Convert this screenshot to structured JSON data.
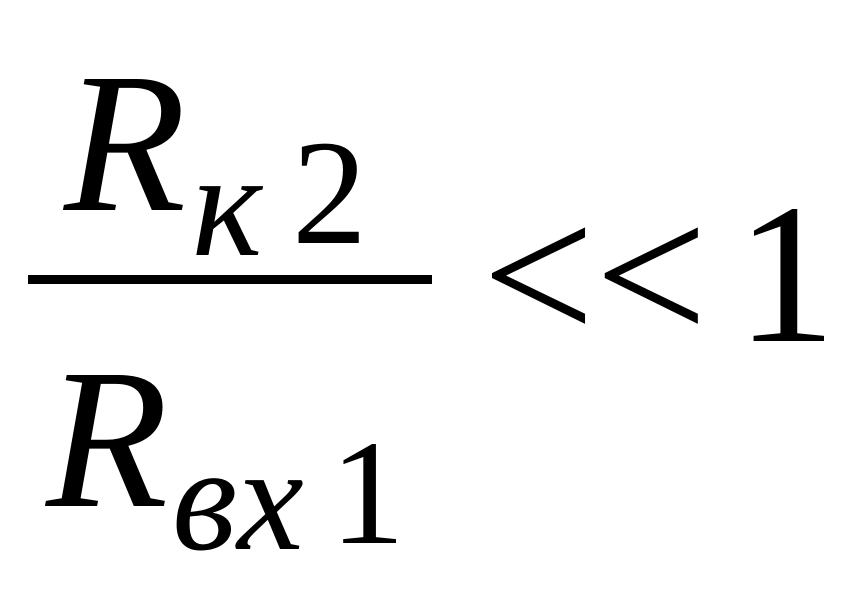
{
  "formula": {
    "numerator": {
      "base": "R",
      "sub_letter": "к",
      "sub_digit": "2"
    },
    "denominator": {
      "base": "R",
      "sub_letter": "вх",
      "sub_digit": "1"
    },
    "relation": "<<",
    "rhs": "1"
  }
}
